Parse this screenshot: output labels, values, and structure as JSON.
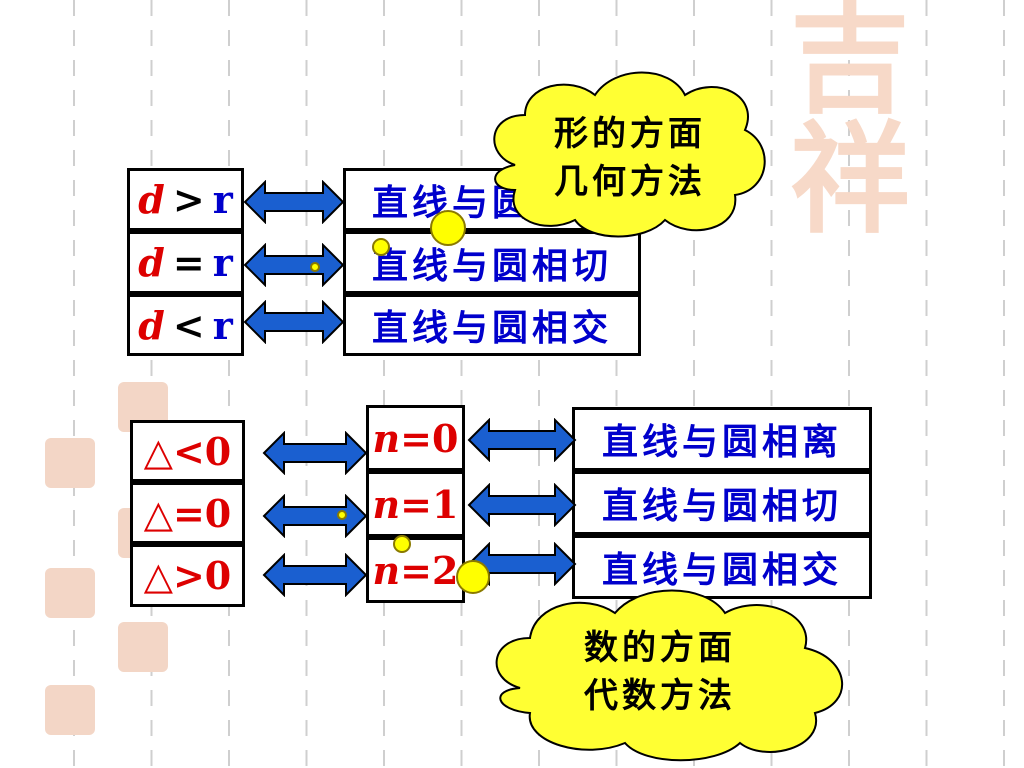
{
  "watermark": {
    "text": "吉祥"
  },
  "geometry_section": {
    "rows": [
      {
        "var": "d",
        "op": ">",
        "r": "r",
        "relation": "直线与圆相离"
      },
      {
        "var": "d",
        "op": "=",
        "r": "r",
        "relation": "直线与圆相切"
      },
      {
        "var": "d",
        "op": "<",
        "r": "r",
        "relation": "直线与圆相交"
      }
    ],
    "cloud": {
      "line1": "形的方面",
      "line2": "几何方法"
    }
  },
  "algebra_section": {
    "discriminants": [
      {
        "label": "△<0"
      },
      {
        "label": "△=0"
      },
      {
        "label": "△>0"
      }
    ],
    "counts": [
      {
        "var": "n",
        "value": "=0"
      },
      {
        "var": "n",
        "value": "=1"
      },
      {
        "var": "n",
        "value": "=2"
      }
    ],
    "relations": [
      "直线与圆相离",
      "直线与圆相切",
      "直线与圆相交"
    ],
    "cloud": {
      "line1": "数的方面",
      "line2": "代数方法"
    }
  },
  "colors": {
    "blue": "#0000cc",
    "red": "#dd0000",
    "arrow_fill": "#1a5fd0",
    "cloud_fill": "#ffff33"
  }
}
